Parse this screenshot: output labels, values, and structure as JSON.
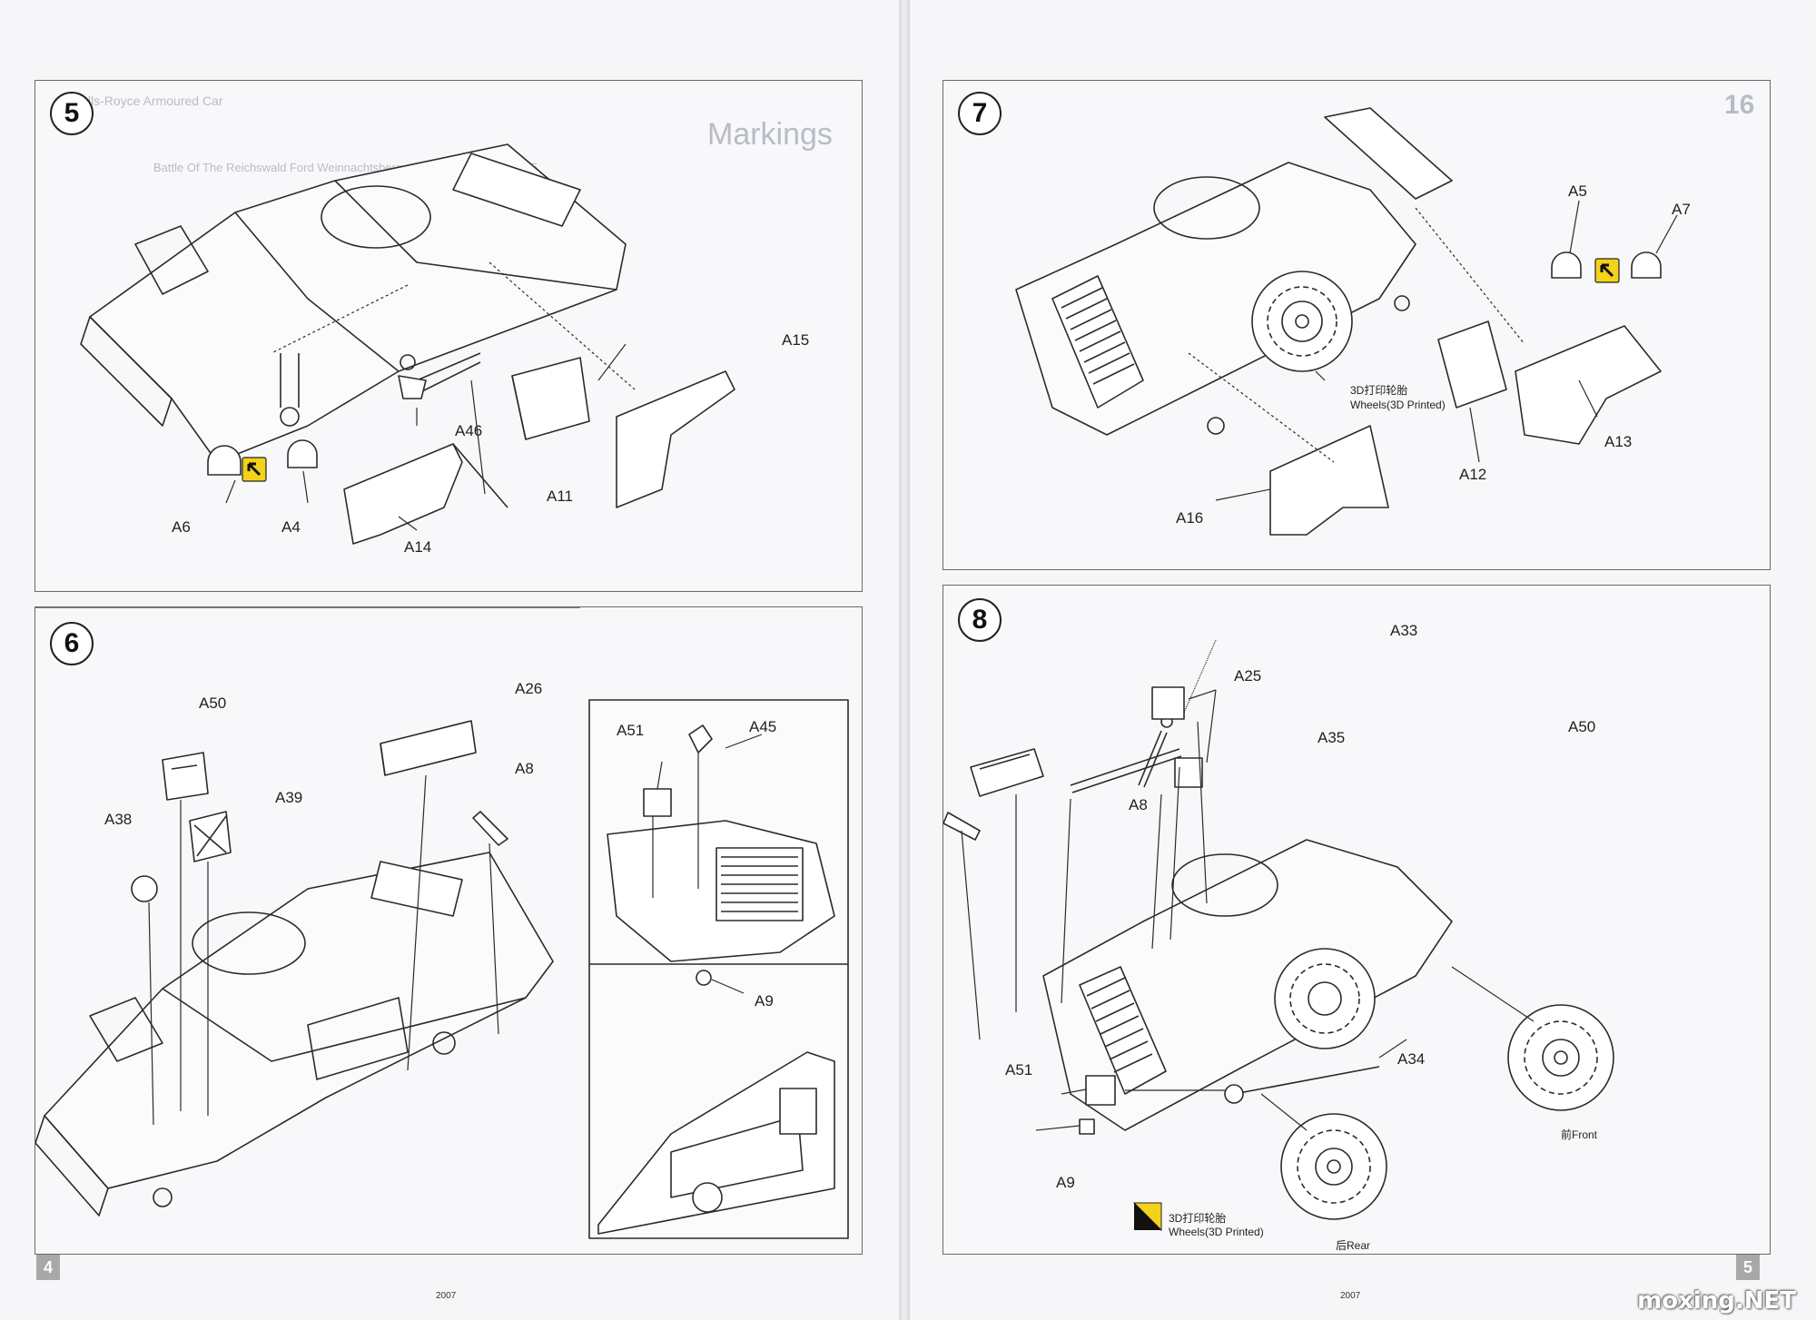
{
  "steps": {
    "s5": {
      "number": "5",
      "labels": {
        "a15": "A15",
        "a46": "A46",
        "a11": "A11",
        "a6": "A6",
        "a4": "A4",
        "a14": "A14"
      }
    },
    "s6": {
      "number": "6",
      "labels": {
        "a50": "A50",
        "a26": "A26",
        "a8": "A8",
        "a38": "A38",
        "a39": "A39",
        "a51": "A51",
        "a45": "A45",
        "a9": "A9"
      }
    },
    "s7": {
      "number": "7",
      "labels": {
        "a5": "A5",
        "a7": "A7",
        "a13": "A13",
        "a12": "A12",
        "a16": "A16"
      },
      "wheel_cn": "3D打印轮胎",
      "wheel_en": "Wheels(3D Printed)"
    },
    "s8": {
      "number": "8",
      "labels": {
        "a33": "A33",
        "a25": "A25",
        "a35": "A35",
        "a50": "A50",
        "a8": "A8",
        "a51": "A51",
        "a34": "A34",
        "a9": "A9"
      },
      "front": "前Front",
      "rear": "后Rear",
      "wheel_cn": "3D打印轮胎",
      "wheel_en": "Wheels(3D Printed)"
    }
  },
  "ghost_text": {
    "markings": "Markings",
    "subtitle": "Battle Of The Reichswald Ford Weinnachtsberg · Dinxperlo January 1945",
    "rolls": "Rolls-Royce Armoured Car",
    "number_16": "16"
  },
  "footer": {
    "left_page": "4",
    "right_page": "5",
    "left_code": "2007",
    "right_code": "2007"
  },
  "watermark": "moxing.NET",
  "colors": {
    "line": "#2b2b2b",
    "accent": "#f2d21a",
    "panel_border": "#6a6a6a"
  }
}
